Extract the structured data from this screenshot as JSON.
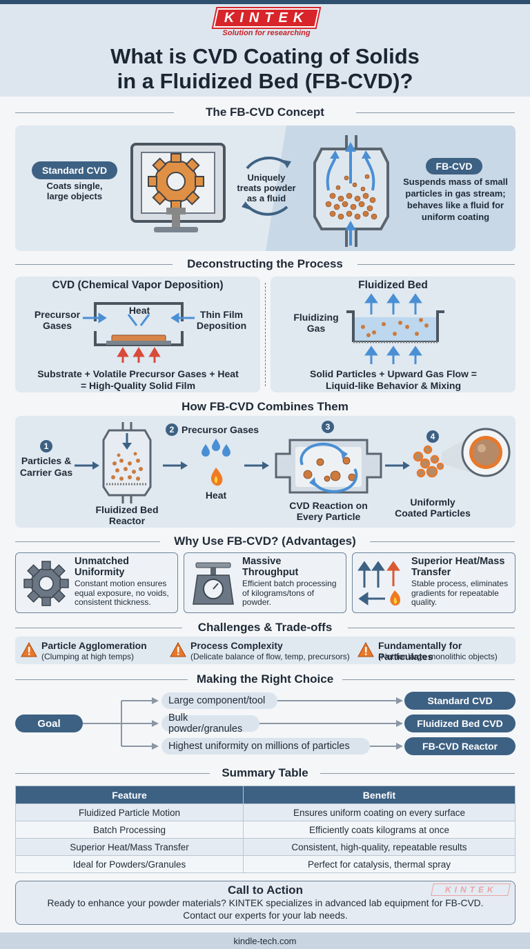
{
  "brand": {
    "name": "KINTEK",
    "tagline": "Solution for researching"
  },
  "title_line1": "What is CVD Coating of Solids",
  "title_line2": "in a Fluidized Bed (FB-CVD)?",
  "concept": {
    "heading": "The FB-CVD Concept",
    "standard_label": "Standard CVD",
    "standard_desc1": "Coats single,",
    "standard_desc2": "large objects",
    "center1": "Uniquely",
    "center2": "treats powder",
    "center3": "as a fluid",
    "fb_label": "FB-CVD",
    "fb_desc1": "Suspends mass of small",
    "fb_desc2": "particles in gas stream;",
    "fb_desc3": "behaves like a fluid for",
    "fb_desc4": "uniform coating"
  },
  "process": {
    "heading": "Deconstructing the Process",
    "cvd_title": "CVD (Chemical Vapor Deposition)",
    "precursor1": "Precursor",
    "precursor2": "Gases",
    "heat": "Heat",
    "thin1": "Thin Film",
    "thin2": "Deposition",
    "cvd_eq1": "Substrate + Volatile Precursor Gases + Heat",
    "cvd_eq2": "= High-Quality Solid Film",
    "fb_title": "Fluidized Bed",
    "fgas1": "Fluidizing",
    "fgas2": "Gas",
    "fb_eq1": "Solid Particles + Upward Gas Flow =",
    "fb_eq2": "Liquid-like Behavior & Mixing"
  },
  "combine": {
    "heading": "How FB-CVD Combines Them",
    "n1": "1",
    "s1a": "Particles &",
    "s1b": "Carrier Gas",
    "reactor1": "Fluidized Bed",
    "reactor2": "Reactor",
    "n2": "2",
    "s2": "Precursor Gases",
    "s2heat": "Heat",
    "n3": "3",
    "s3a": "CVD Reaction on",
    "s3b": "Every Particle",
    "n4": "4",
    "s4a": "Uniformly",
    "s4b": "Coated Particles"
  },
  "advantages": {
    "heading": "Why Use FB-CVD? (Advantages)",
    "a1_t1": "Unmatched",
    "a1_t2": "Uniformity",
    "a1_d1": "Constant motion ensures",
    "a1_d2": "equal exposure, no voids,",
    "a1_d3": "consistent thickness.",
    "a2_t1": "Massive",
    "a2_t2": "Throughput",
    "a2_d1": "Efficient batch processing",
    "a2_d2": "of kilograms/tons of",
    "a2_d3": "powder.",
    "a3_t1": "Superior Heat/Mass",
    "a3_t2": "Transfer",
    "a3_d1": "Stable process, eliminates",
    "a3_d2": "gradients for repeatable",
    "a3_d3": "quality."
  },
  "challenges": {
    "heading": "Challenges & Trade-offs",
    "c1_t": "Particle Agglomeration",
    "c1_d": "(Clumping at high temps)",
    "c2_t": "Process Complexity",
    "c2_d": "(Delicate balance of flow, temp, precursors)",
    "c3_t": "Fundamentally for Particulates",
    "c3_d": "(Not for large monolithic objects)"
  },
  "choice": {
    "heading": "Making the Right Choice",
    "goal": "Goal",
    "r1": "Large component/tool",
    "o1": "Standard CVD",
    "r2": "Bulk powder/granules",
    "o2": "Fluidized Bed CVD",
    "r3": "Highest uniformity on millions of particles",
    "o3": "FB-CVD Reactor"
  },
  "summary": {
    "heading": "Summary Table",
    "col1": "Feature",
    "col2": "Benefit",
    "rows": [
      {
        "f": "Fluidized Particle Motion",
        "b": "Ensures uniform coating on every surface"
      },
      {
        "f": "Batch Processing",
        "b": "Efficiently coats kilograms at once"
      },
      {
        "f": "Superior Heat/Mass Transfer",
        "b": "Consistent, high-quality, repeatable results"
      },
      {
        "f": "Ideal for Powders/Granules",
        "b": "Perfect for catalysis, thermal spray"
      }
    ]
  },
  "cta": {
    "title": "Call to Action",
    "line1": "Ready to enhance your powder materials? KINTEK specializes in advanced lab equipment for FB-CVD.",
    "line2": "Contact our experts for your lab needs.",
    "watermark": "KINTEK"
  },
  "footer": "kindle-tech.com",
  "colors": {
    "brand_red": "#d8252a",
    "navy": "#3d6183",
    "panel": "#e0e8f0",
    "copper": "#c8733a",
    "flow_blue": "#4a8fd4"
  }
}
